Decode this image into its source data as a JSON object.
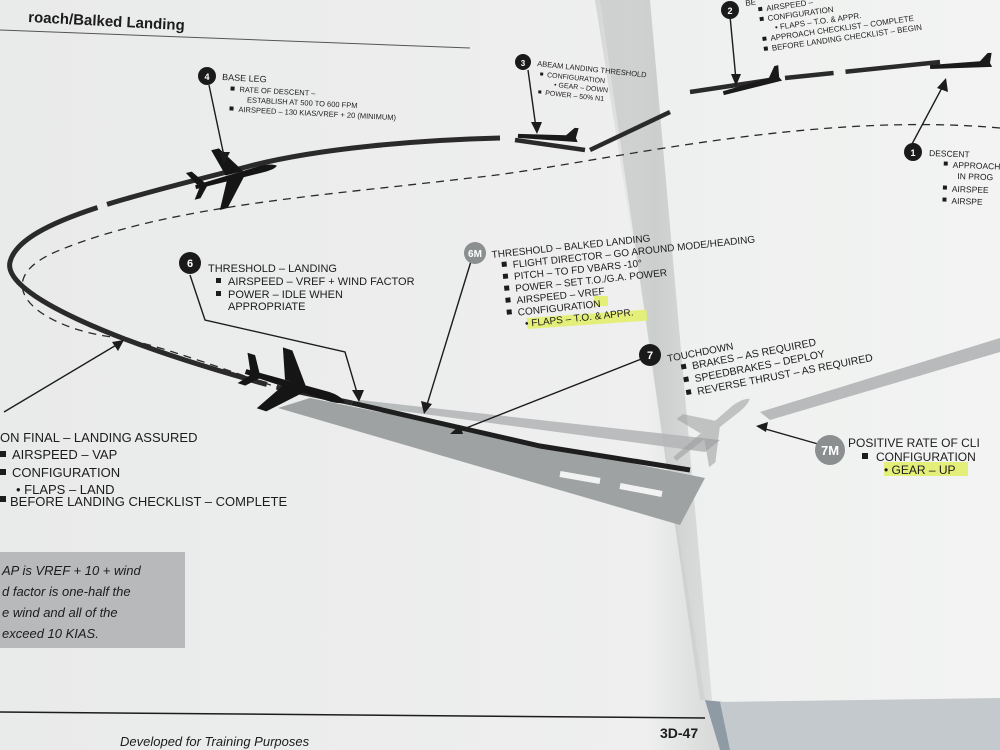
{
  "page_title": "roach/Balked Landing",
  "page_number": "3D-47",
  "footer_text": "Developed for Training Purposes",
  "highlight_color": "#e4ef7a",
  "steps": {
    "s1": {
      "badge": "1",
      "heading": "DESCENT",
      "items": [
        "APPROACH",
        "IN PROG",
        "AIRSPEE",
        "AIRSPE"
      ]
    },
    "s2": {
      "badge": "2",
      "heading": "BE",
      "items": [
        "AIRSPEED –",
        "CONFIGURATION",
        "• FLAPS – T.O. & APPR.",
        "APPROACH CHECKLIST – COMPLETE",
        "BEFORE LANDING CHECKLIST – BEGIN"
      ]
    },
    "s3": {
      "badge": "3",
      "heading": "ABEAM LANDING THRESHOLD",
      "items": [
        "CONFIGURATION",
        "• GEAR – DOWN",
        "POWER – 50% N1"
      ]
    },
    "s4": {
      "badge": "4",
      "heading": "BASE LEG",
      "items": [
        "RATE OF DESCENT –",
        "ESTABLISH AT 500 TO 600 FPM",
        "AIRSPEED – 130 KIAS/VREF + 20 (MINIMUM)"
      ]
    },
    "s5": {
      "heading": "ON FINAL – LANDING ASSURED",
      "items": [
        "AIRSPEED – VAP",
        "CONFIGURATION",
        "• FLAPS – LAND",
        "BEFORE LANDING CHECKLIST – COMPLETE"
      ]
    },
    "s6": {
      "badge": "6",
      "heading": "THRESHOLD – LANDING",
      "items": [
        "AIRSPEED – VREF + WIND FACTOR",
        "POWER – IDLE WHEN",
        "APPROPRIATE"
      ]
    },
    "s6m": {
      "badge": "6M",
      "heading": "THRESHOLD – BALKED LANDING",
      "items": [
        "FLIGHT DIRECTOR – GO AROUND MODE/HEADING",
        "PITCH – TO FD VBARS -10°",
        "POWER – SET T.O./G.A. POWER",
        "AIRSPEED – VREF",
        "CONFIGURATION",
        "• FLAPS – T.O. & APPR."
      ]
    },
    "s7": {
      "badge": "7",
      "heading": "TOUCHDOWN",
      "items": [
        "BRAKES – AS REQUIRED",
        "SPEEDBRAKES – DEPLOY",
        "REVERSE THRUST – AS REQUIRED"
      ]
    },
    "s7m": {
      "badge": "7M",
      "heading": "POSITIVE RATE OF CLI",
      "items": [
        "CONFIGURATION",
        "• GEAR – UP"
      ]
    }
  },
  "note_box": [
    "AP is VREF + 10 + wind",
    "d factor is one-half the",
    "e wind and all of the",
    "exceed 10 KIAS."
  ]
}
